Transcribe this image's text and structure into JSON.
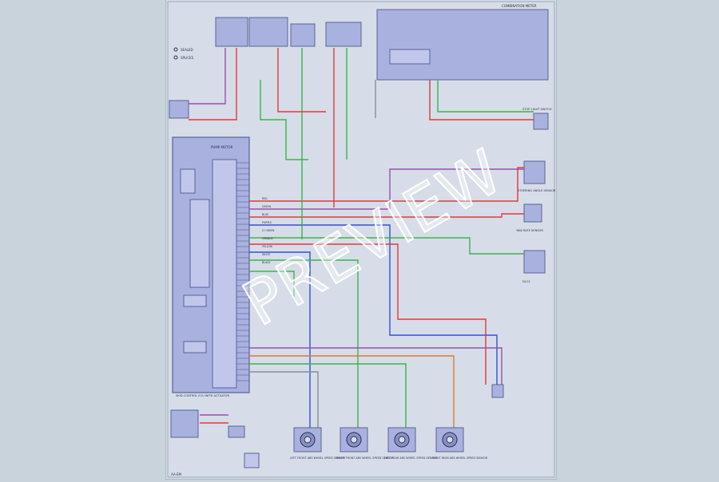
{
  "watermark": {
    "text": "PREVIEW"
  },
  "colors": {
    "red": "#e03a3a",
    "green": "#3bb54a",
    "blue": "#3050d8",
    "purple": "#9a4fb0",
    "yellow": "#d9b42a",
    "orange": "#e07a2a",
    "gray": "#8a8f98",
    "module_fill": "#a9b1de",
    "module_stroke": "#5a6298"
  },
  "diagram": {
    "footer_code": "AA-EM",
    "modules": {
      "combination_meter": {
        "label": "COMBINATION METER"
      },
      "skid_control_ecu": {
        "label": "SKID CONTROL ECU WITH ACTUATOR"
      },
      "pump_motor": {
        "label": "PUMP MOTOR"
      }
    },
    "legend": {
      "sealed": "SEALED",
      "splices": "SPLICES"
    },
    "sensors": [
      {
        "label": "LEFT FRONT ABS WHEEL SPEED SENSOR"
      },
      {
        "label": "RIGHT FRONT ABS WHEEL SPEED SENSOR"
      },
      {
        "label": "LEFT REAR ABS WHEEL SPEED SENSOR"
      },
      {
        "label": "RIGHT REAR ABS WHEEL SPEED SENSOR"
      }
    ],
    "side_components": [
      {
        "label": "STEERING ANGLE SENSOR"
      },
      {
        "label": "YAW RATE SENSOR"
      },
      {
        "label": "DLC3"
      },
      {
        "label": "STOP LIGHT SWITCH"
      }
    ],
    "wire_labels": [
      "RED",
      "GREEN",
      "BLUE",
      "PURPLE",
      "LT GREEN",
      "ORANGE",
      "YELLOW",
      "WHITE",
      "BLACK"
    ]
  }
}
